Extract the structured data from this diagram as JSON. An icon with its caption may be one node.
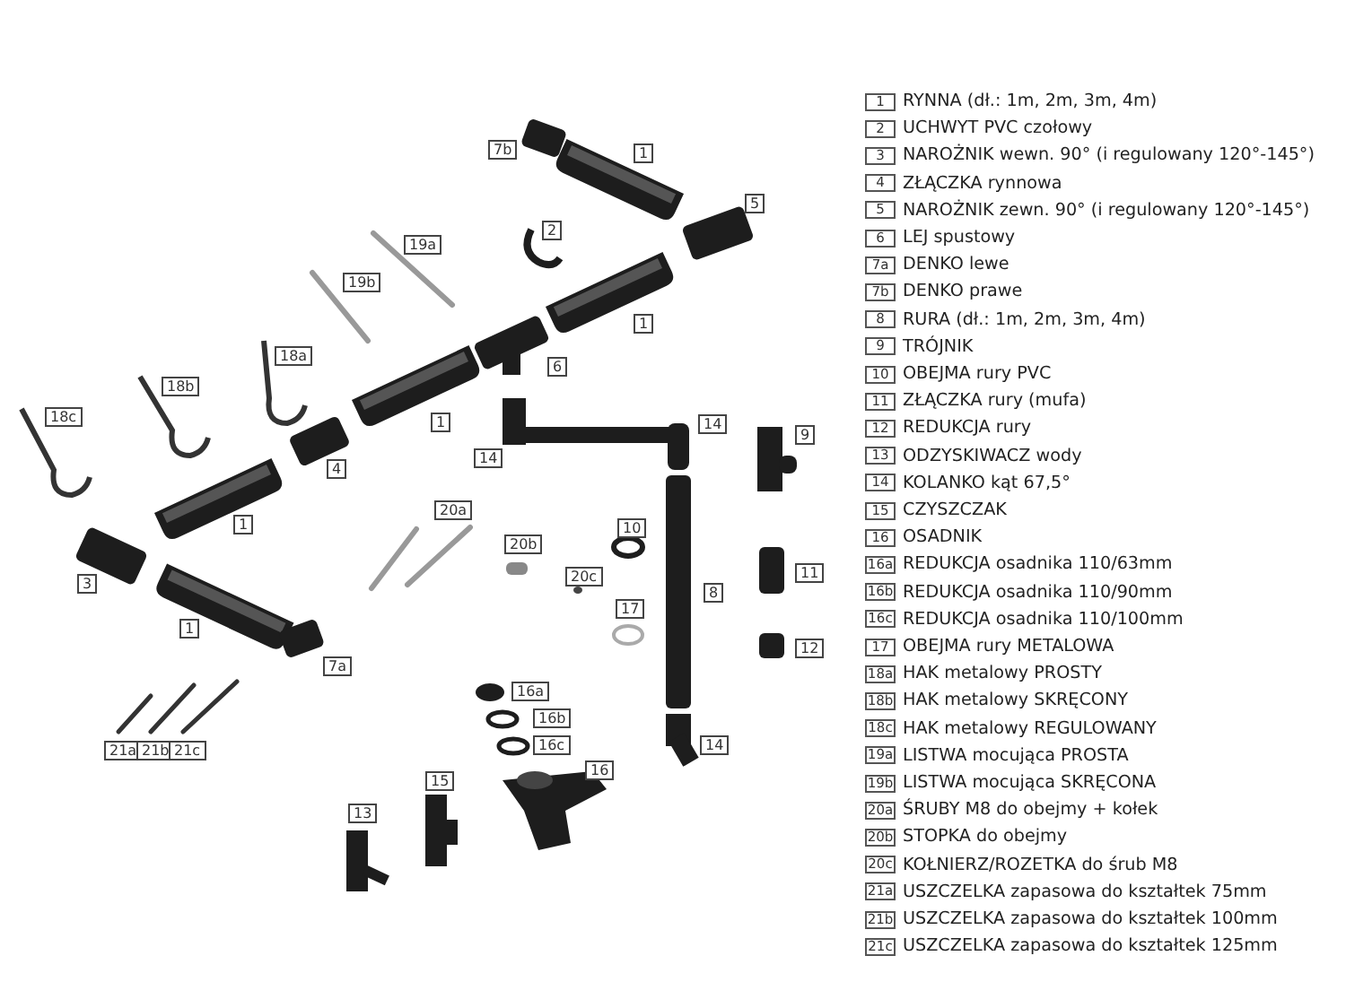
{
  "diagram": {
    "labels": [
      "7b",
      "1",
      "5",
      "2",
      "19a",
      "19b",
      "1",
      "18a",
      "6",
      "18b",
      "18c",
      "1",
      "14",
      "9",
      "14",
      "4",
      "1",
      "20a",
      "20b",
      "10",
      "3",
      "20c",
      "11",
      "8",
      "17",
      "1",
      "12",
      "7a",
      "16a",
      "16b",
      "21a",
      "21b",
      "21c",
      "16c",
      "14",
      "16",
      "15",
      "13",
      "1",
      "RYNNA (dł.: 1m, 2m, 3m, 4m)",
      "2",
      "UCHWYT PVC czołowy",
      "3",
      "NAROŻNIK wewn. 90° (i regulowany 120°-145°)",
      "4",
      "ZŁĄCZKA rynnowa",
      "5",
      "NAROŻNIK zewn. 90° (i regulowany 120°-145°)",
      "6",
      "LEJ spustowy",
      "7a",
      "DENKO lewe",
      "7b",
      "DENKO prawe",
      "8",
      "RURA (dł.: 1m, 2m, 3m, 4m)",
      "9",
      "TRÓJNIK",
      "10",
      "OBEJMA rury PVC",
      "11",
      "ZŁĄCZKA rury (mufa)",
      "12",
      "REDUKCJA rury",
      "13",
      "ODZYSKIWACZ wody",
      "14",
      "KOLANKO kąt 67,5°",
      "15",
      "CZYSZCZAK",
      "16",
      "OSADNIK",
      "16a",
      "REDUKCJA osadnika 110/63mm",
      "16b",
      "REDUKCJA osadnika 110/90mm",
      "16c",
      "REDUKCJA osadnika 110/100mm",
      "17",
      "OBEJMA rury METALOWA",
      "18a",
      "HAK metalowy PROSTY",
      "18b",
      "HAK metalowy SKRĘCONY",
      "18c",
      "HAK metalowy REGULOWANY",
      "19a",
      "LISTWA mocująca PROSTA",
      "19b",
      "LISTWA mocująca SKRĘCONA",
      "20a",
      "ŚRUBY M8 do obejmy + kołek",
      "20b",
      "STOPKA do obejmy",
      "20c",
      "KOŁNIERZ/ROZETKA do śrub M8",
      "21a",
      "USZCZELKA zapasowa do kształtek 75mm",
      "21b",
      "USZCZELKA zapasowa do kształtek 100mm",
      "21c",
      "USZCZELKA zapasowa do kształtek 125mm"
    ]
  }
}
